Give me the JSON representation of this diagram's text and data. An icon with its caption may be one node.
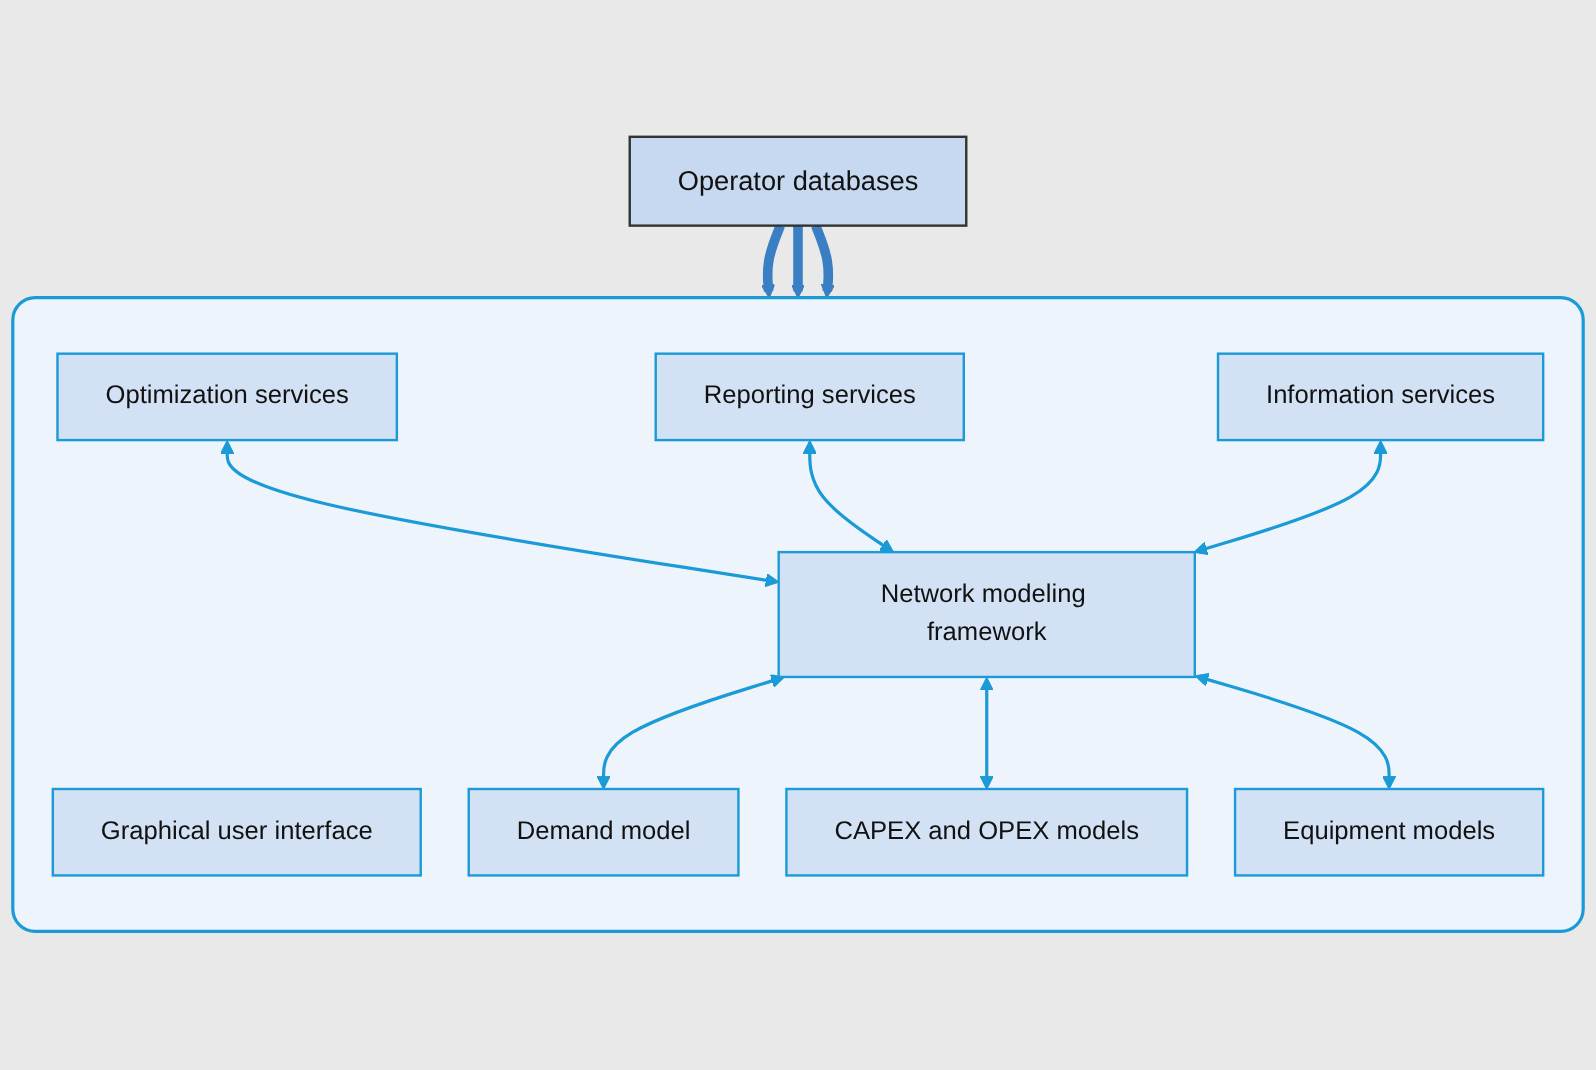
{
  "diagram": {
    "nodes": [
      {
        "text": [
          "Operator databases"
        ]
      },
      {
        "text": [],
        "shape": "box"
      },
      {
        "text": [
          "Graphical user interface"
        ],
        "in": 1
      },
      {
        "text": [
          "Optimization services"
        ],
        "in": 1
      },
      {
        "text": [
          "Reporting services"
        ],
        "in": 1
      },
      {
        "text": [
          "Information services"
        ],
        "in": 1
      },
      {
        "text": [
          "Network modeling framework"
        ],
        "in": 1
      },
      {
        "text": [
          "Demand model"
        ],
        "in": 1
      },
      {
        "text": [
          "CAPEX and OPEX models"
        ],
        "in": 1
      },
      {
        "text": [
          "Equipment models"
        ],
        "in": 1
      }
    ],
    "edges": [
      {
        "from": 0,
        "to": 1,
        "arrow": "to",
        "style": "thick",
        "color": "#3a7fc4"
      },
      {
        "from": 0,
        "to": 1,
        "arrow": "to",
        "style": "thick",
        "color": "#3a7fc4"
      },
      {
        "from": 0,
        "to": 1,
        "arrow": "to",
        "style": "thick",
        "color": "#3a7fc4"
      },
      {
        "from": 3,
        "to": 6,
        "arrow": "both"
      },
      {
        "from": 4,
        "to": 6,
        "arrow": "both"
      },
      {
        "from": 5,
        "to": 6,
        "arrow": "both"
      },
      {
        "from": 6,
        "to": 7,
        "arrow": "both"
      },
      {
        "from": 6,
        "to": 8,
        "arrow": "both"
      },
      {
        "from": 6,
        "to": 9,
        "arrow": "both"
      }
    ]
  }
}
